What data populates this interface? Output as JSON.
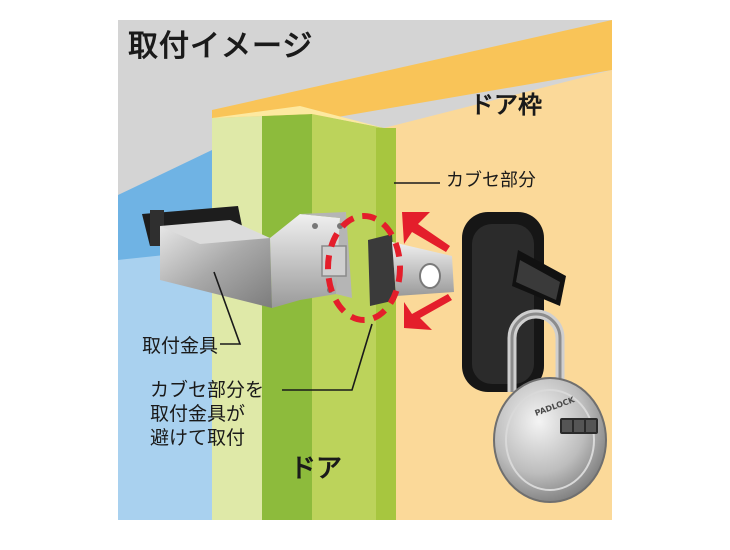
{
  "title": "取付イメージ",
  "labels": {
    "door_frame": "ドア枠",
    "cover_part": "カブセ部分",
    "mount_bracket": "取付金具",
    "note_lines": [
      "カブセ部分を",
      "取付金具が",
      "避けて取付"
    ],
    "door": "ドア"
  },
  "padlock_brand": "PADLOCK",
  "colors": {
    "wall": "#d4d4d4",
    "frame": "#f9c458",
    "frame_light": "#fbd999",
    "door_green": "#bcd35b",
    "door_green_dark": "#8dbb3c",
    "sky_blue": "#a9d1ef",
    "accent_red": "#e41e2b"
  }
}
